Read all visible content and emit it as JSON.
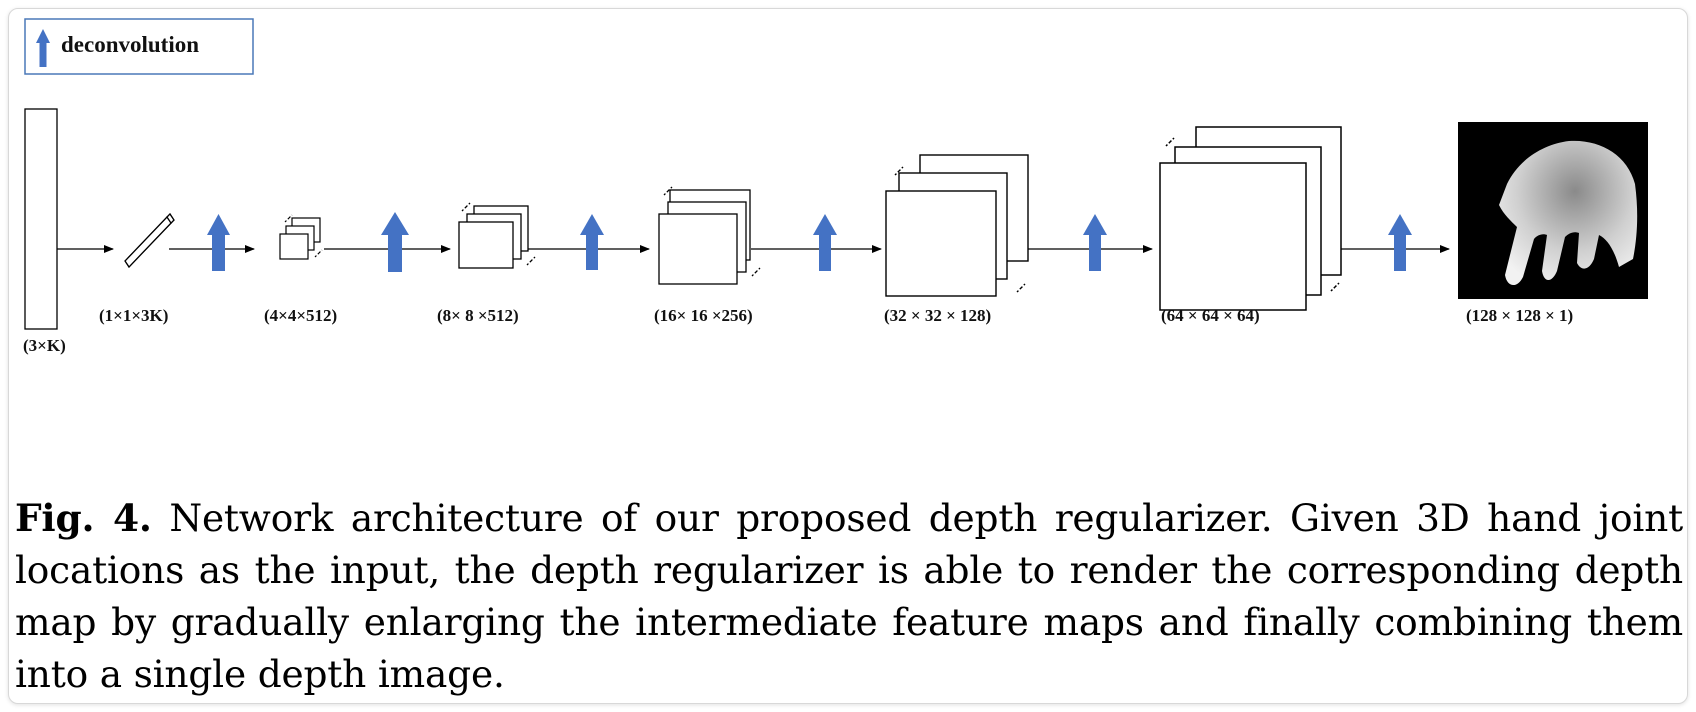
{
  "legend": {
    "label": "deconvolution",
    "icon": "up-arrow-icon"
  },
  "colors": {
    "arrow": "#4472c4",
    "legend_border": "#4a78b8",
    "stroke": "#000000"
  },
  "layers": {
    "input": "(3×K)",
    "fc": "(1×1×3K)",
    "l4": "(4×4×512)",
    "l8": "(8× 8 ×512)",
    "l16": "(16× 16 ×256)",
    "l32": "(32 × 32 × 128)",
    "l64": "(64 × 64 × 64)",
    "output": "(128 × 128 × 1)"
  },
  "caption": {
    "label": "Fig. 4.",
    "text": "Network architecture of our proposed depth regularizer. Given 3D hand joint locations as the input, the depth regularizer is able to render the corresponding depth map by gradually enlarging the intermediate feature maps and finally combining them into a single depth image."
  }
}
